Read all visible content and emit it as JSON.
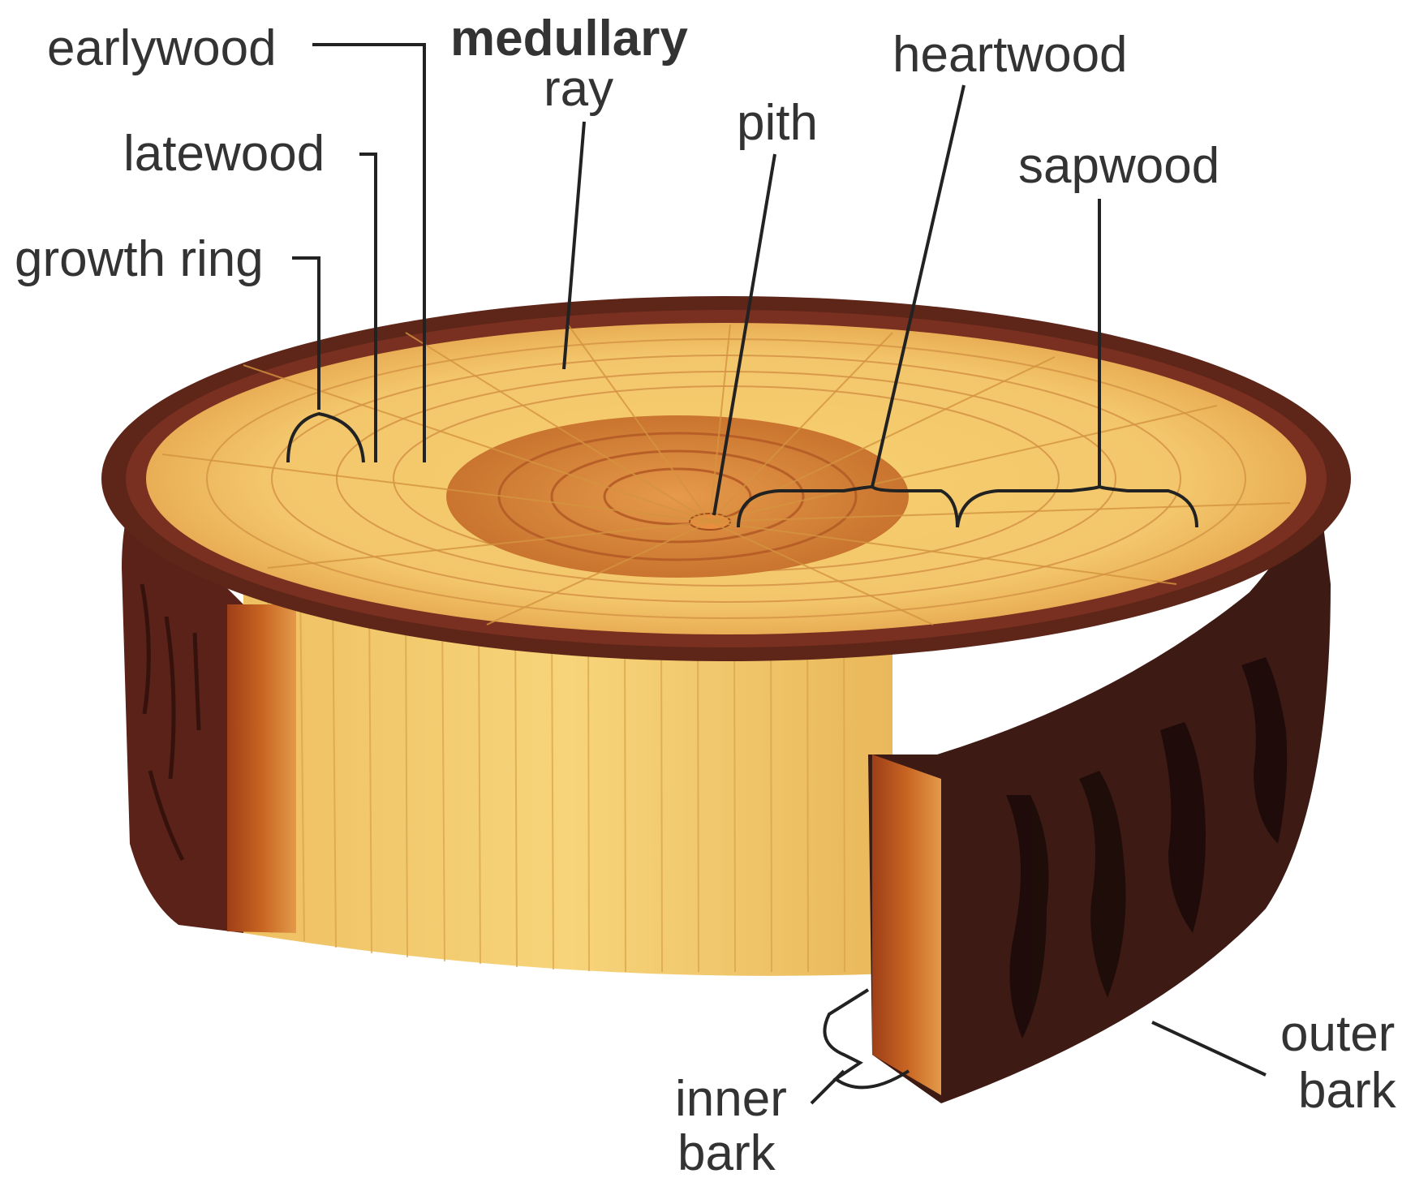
{
  "labels": {
    "earlywood": "earlywood",
    "medullary": "medullary",
    "ray": "ray",
    "heartwood": "heartwood",
    "pith": "pith",
    "latewood": "latewood",
    "sapwood": "sapwood",
    "growth_ring": "growth ring",
    "inner": "inner",
    "inner_bark": "bark",
    "outer": "outer",
    "outer_bark": "bark"
  },
  "colors": {
    "bark_dark": "#4a1c14",
    "bark_mid": "#6e2a1e",
    "bark_edge": "#8a3a24",
    "inner_bark": "#b8561f",
    "sapwood": "#f3c66b",
    "sapwood_light": "#f8d98c",
    "heartwood": "#d9893d",
    "heartwood_dark": "#c46d2e",
    "side_wood": "#f2cc6e",
    "line": "#222222",
    "text": "#333333"
  }
}
